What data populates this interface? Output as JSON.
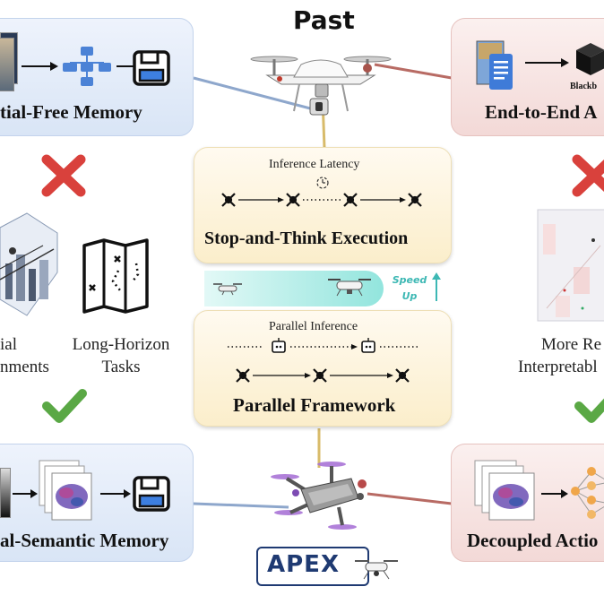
{
  "past_title": "Past",
  "top_left": {
    "title": "tial-Free Memory"
  },
  "top_right": {
    "title": "End-to-End A",
    "blackbox_label": "Blackb"
  },
  "center_top": {
    "subtitle": "Inference Latency",
    "title": "Stop-and-Think Execution"
  },
  "speed_up": {
    "line1": "Speed",
    "line2": "Up"
  },
  "center_bottom": {
    "subtitle": "Parallel Inference",
    "title": "Parallel Framework"
  },
  "left_middle": {
    "label_a_line1": "ial",
    "label_a_line2": "nments",
    "label_b_line1": "Long-Horizon",
    "label_b_line2": "Tasks"
  },
  "right_middle": {
    "label_line1": "More Re",
    "label_line2": "Interpretabl"
  },
  "bottom_left": {
    "title": "al-Semantic Memory"
  },
  "bottom_right": {
    "title": "Decoupled Actio"
  },
  "apex": {
    "label": "APEX"
  },
  "colors": {
    "blue_line": "#8ea7cc",
    "red_line": "#b86b64",
    "gold_line": "#d8bb6a",
    "cross": "#d9413c",
    "check": "#5aa845"
  }
}
